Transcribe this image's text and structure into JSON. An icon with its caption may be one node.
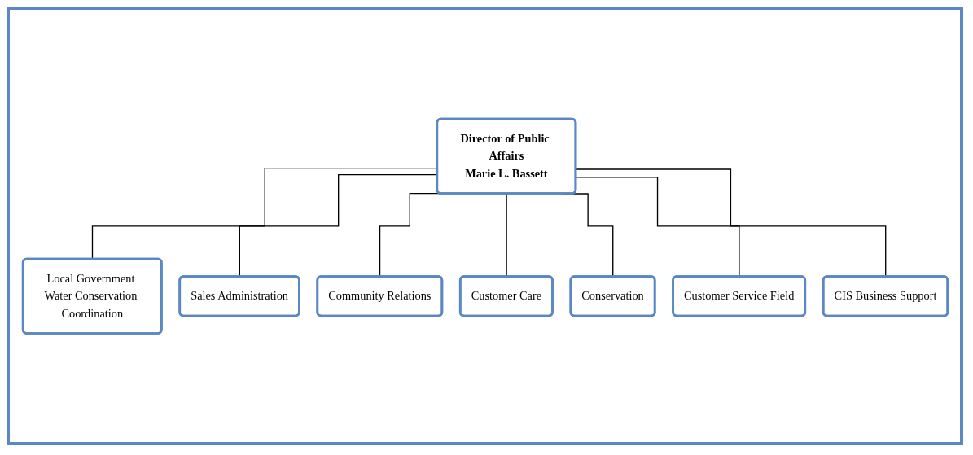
{
  "diagram": {
    "nodes": [
      {
        "text": [
          "Director of Public Affairs",
          "Marie L. Bassett"
        ]
      },
      {
        "text": [
          "Local Government Water Conservation Coordination"
        ]
      },
      {
        "text": [
          "Sales Administration"
        ]
      },
      {
        "text": [
          "Community Relations"
        ]
      },
      {
        "text": [
          "Customer Care"
        ]
      },
      {
        "text": [
          "Conservation"
        ]
      },
      {
        "text": [
          "Customer Service Field"
        ]
      },
      {
        "text": [
          "CIS Business Support"
        ]
      }
    ],
    "edges": [
      {
        "from": 0,
        "to": 1,
        "arrow": "none"
      },
      {
        "from": 0,
        "to": 2,
        "arrow": "none"
      },
      {
        "from": 0,
        "to": 3,
        "arrow": "none"
      },
      {
        "from": 0,
        "to": 4,
        "arrow": "none"
      },
      {
        "from": 0,
        "to": 5,
        "arrow": "none"
      },
      {
        "from": 0,
        "to": 6,
        "arrow": "none"
      },
      {
        "from": 0,
        "to": 7,
        "arrow": "none"
      }
    ]
  }
}
